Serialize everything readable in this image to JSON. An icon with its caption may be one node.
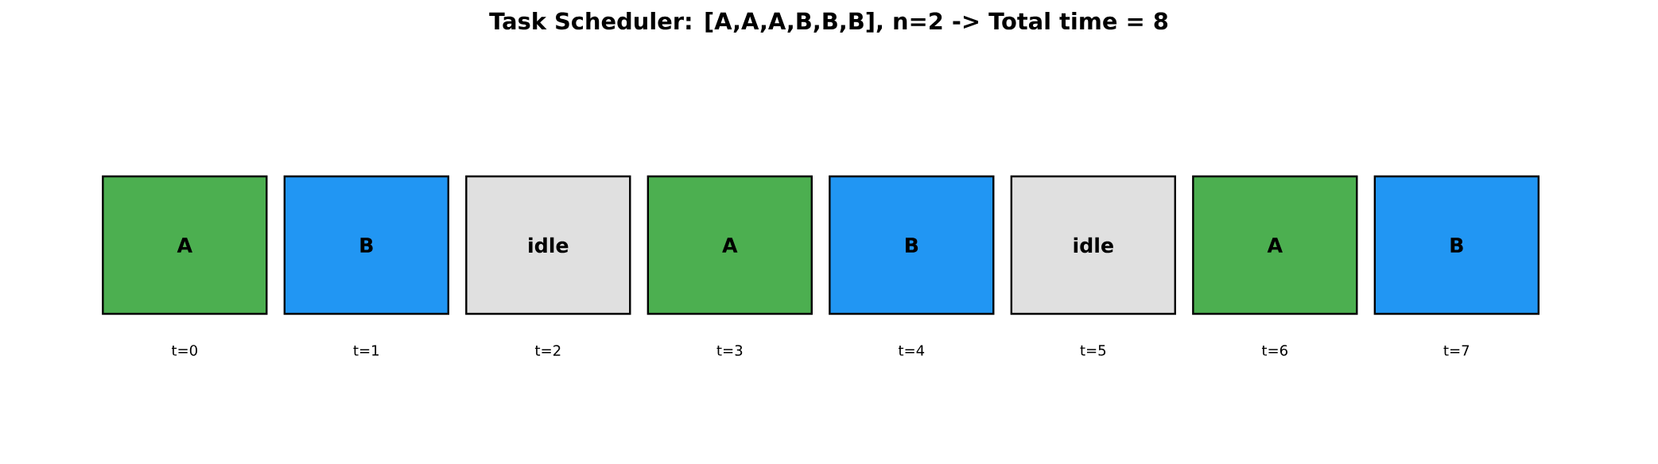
{
  "diagram": {
    "title": "Task Scheduler: [A,A,A,B,B,B], n=2 -> Total time = 8",
    "nodes": [
      {
        "text": [
          "A"
        ],
        "beside": [
          "t=0"
        ]
      },
      {
        "text": [
          "B"
        ],
        "beside": [
          "t=1"
        ]
      },
      {
        "text": [
          "idle"
        ],
        "beside": [
          "t=2"
        ]
      },
      {
        "text": [
          "A"
        ],
        "beside": [
          "t=3"
        ]
      },
      {
        "text": [
          "B"
        ],
        "beside": [
          "t=4"
        ]
      },
      {
        "text": [
          "idle"
        ],
        "beside": [
          "t=5"
        ]
      },
      {
        "text": [
          "A"
        ],
        "beside": [
          "t=6"
        ]
      },
      {
        "text": [
          "B"
        ],
        "beside": [
          "t=7"
        ]
      }
    ]
  }
}
